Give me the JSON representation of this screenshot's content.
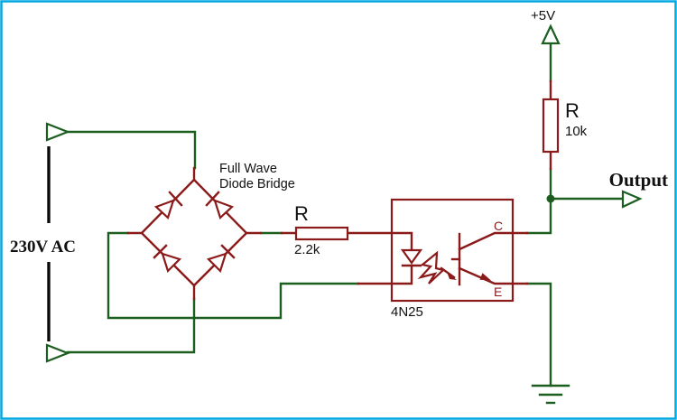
{
  "colors": {
    "wire": "#1b5e20",
    "comp": "#8b1a1a",
    "border": "#00a7e1",
    "text": "#111111"
  },
  "schematic": {
    "source": {
      "label": "230V AC"
    },
    "bridge": {
      "label_line1": "Full Wave",
      "label_line2": "Diode Bridge"
    },
    "series_resistor": {
      "ref": "R",
      "value": "2.2k"
    },
    "optocoupler": {
      "part": "4N25",
      "collector_pin": "C",
      "emitter_pin": "E"
    },
    "pullup_resistor": {
      "ref": "R",
      "value": "10k"
    },
    "supply": {
      "label": "+5V"
    },
    "output": {
      "label": "Output"
    }
  }
}
